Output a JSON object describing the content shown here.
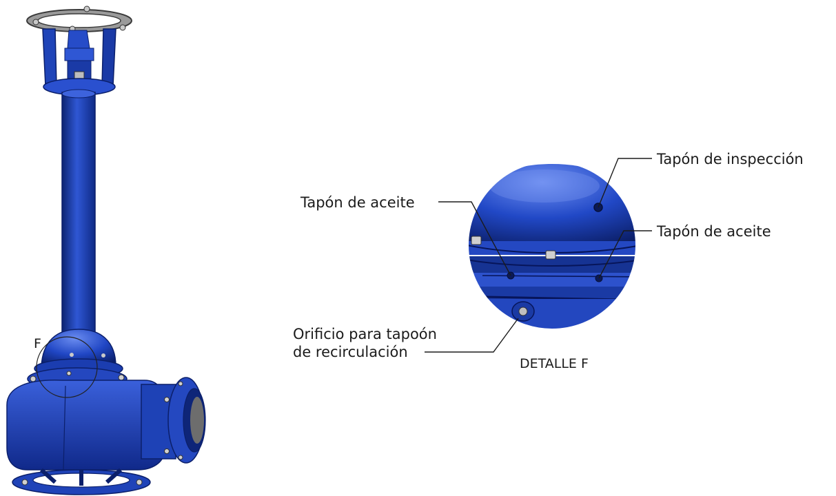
{
  "diagram": {
    "view_marker": "F",
    "detail_caption": "DETALLE F",
    "labels": {
      "inspection_plug": "Tapón de inspección",
      "oil_plug_left": "Tapón de aceite",
      "oil_plug_right": "Tapón de aceite",
      "recirculation_line1": "Orificio para tapoón",
      "recirculation_line2": "de recirculación"
    },
    "colors": {
      "pump_blue": "#1f44b8",
      "pump_blue_dark": "#0c2472",
      "pump_blue_light": "#4f72e0",
      "flange_grey": "#8a8a8a",
      "line": "#1b1b1b"
    }
  }
}
